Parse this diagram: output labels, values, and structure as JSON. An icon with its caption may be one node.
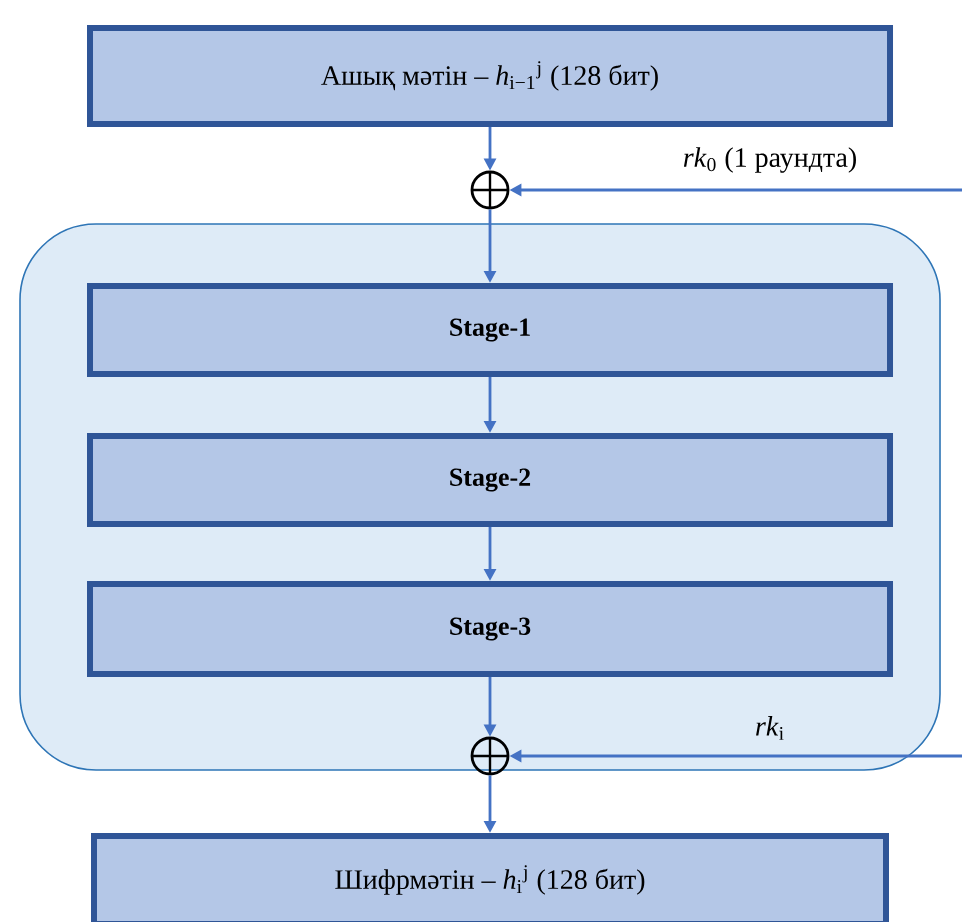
{
  "diagram": {
    "nodes": [
      {
        "text": [
          "Ашық мәтін – *h*$_{i−1}$$^{j}$ (128 бит)"
        ]
      },
      {
        "text": [],
        "shape": "circle"
      },
      {
        "text": [],
        "shape": "box"
      },
      {
        "text": [
          "Stage-1"
        ],
        "in": 2
      },
      {
        "text": [
          "Stage-2"
        ],
        "in": 2
      },
      {
        "text": [
          "Stage-3"
        ],
        "in": 2
      },
      {
        "text": [],
        "shape": "circle",
        "in": 2
      },
      {
        "text": [
          "Шифрмәтін – *h*$_{i}$$^{j}$ (128 бит)"
        ]
      }
    ],
    "edges": [
      {
        "from": 0,
        "to": 1,
        "arrow": "to"
      },
      {
        "from": null,
        "to": 1,
        "arrow": "to",
        "label": "*rk*$_{0}$ (1 раундта)"
      },
      {
        "from": 1,
        "to": 3,
        "arrow": "to"
      },
      {
        "from": 3,
        "to": 4,
        "arrow": "to"
      },
      {
        "from": 4,
        "to": 5,
        "arrow": "to"
      },
      {
        "from": 5,
        "to": 6,
        "arrow": "to"
      },
      {
        "from": null,
        "to": 6,
        "arrow": "to",
        "label": "*rk*$_{i}$"
      },
      {
        "from": 6,
        "to": 7,
        "arrow": "to"
      }
    ]
  }
}
